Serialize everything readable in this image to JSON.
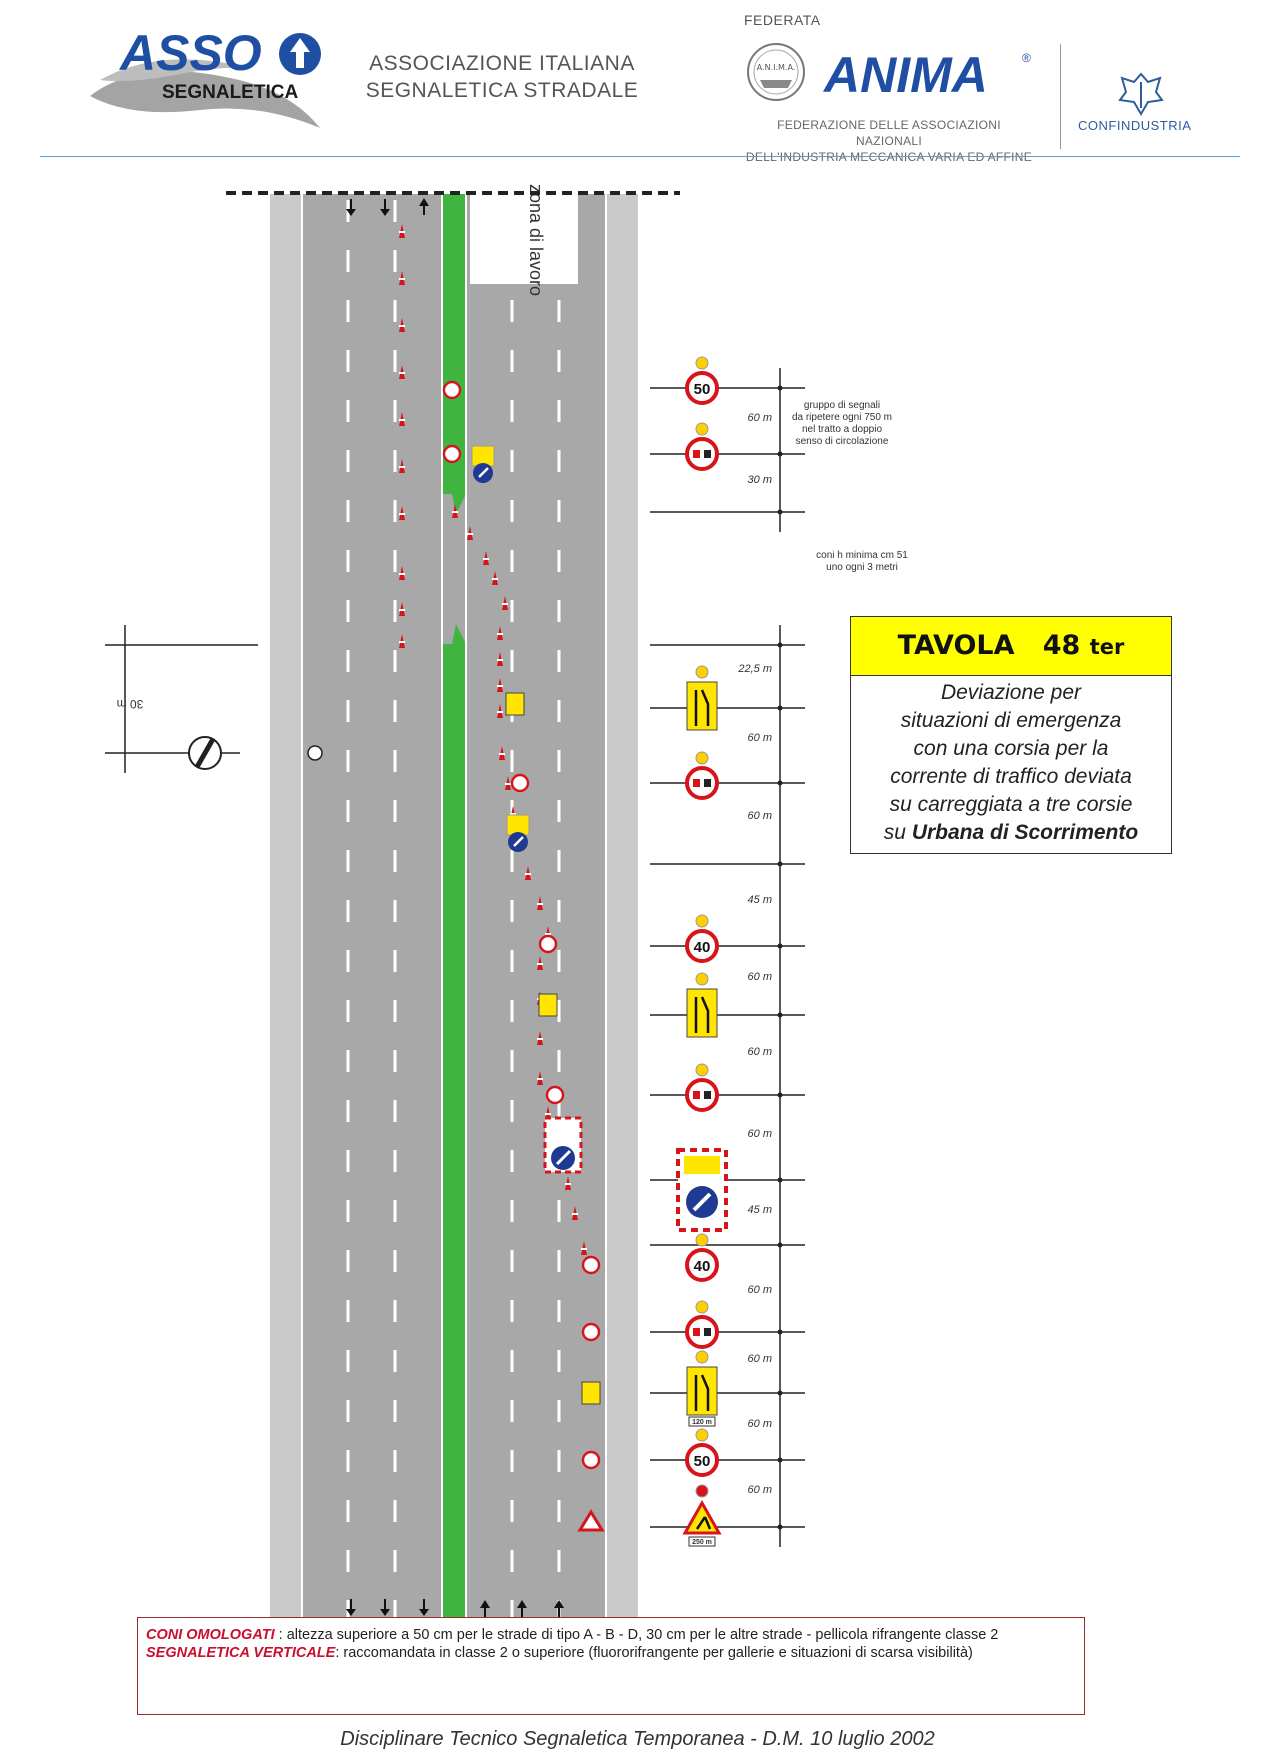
{
  "header": {
    "logo_asso": "ASSO",
    "logo_segnaletica": "SEGNALETICA",
    "association_line1": "ASSOCIAZIONE ITALIANA",
    "association_line2": "SEGNALETICA STRADALE",
    "federata": "FEDERATA",
    "anima_seal": "A.N.I.M.A.",
    "anima": "ANIMA",
    "anima_registered": "®",
    "federazione_line1": "FEDERAZIONE DELLE ASSOCIAZIONI NAZIONALI",
    "federazione_line2": "DELL'INDUSTRIA MECCANICA VARIA ED AFFINE",
    "confindustria": "CONFINDUSTRIA"
  },
  "diagram": {
    "work_zone_label": "zona di lavoro",
    "note_group": [
      "gruppo di segnali",
      "da ripetere ogni 750 m",
      "nel tratto a doppio",
      "senso di circolazione"
    ],
    "note_cones": [
      "coni h minima cm 51",
      "uno ogni 3 metri"
    ],
    "left_distance": "30 m",
    "distances": [
      "60 m",
      "30 m",
      "22,5 m",
      "60 m",
      "60 m",
      "45 m",
      "60 m",
      "60 m",
      "60 m",
      "45 m",
      "60 m",
      "60 m",
      "60 m",
      "60 m"
    ],
    "signs": [
      {
        "type": "speed",
        "label": "50"
      },
      {
        "type": "no-overtaking"
      },
      {
        "type": "lane-change"
      },
      {
        "type": "no-overtaking"
      },
      {
        "type": "speed",
        "label": "40"
      },
      {
        "type": "lanes-merge"
      },
      {
        "type": "no-overtaking"
      },
      {
        "type": "deviation-panel"
      },
      {
        "type": "speed",
        "label": "40"
      },
      {
        "type": "no-overtaking"
      },
      {
        "type": "lanes-three",
        "label": "120 m"
      },
      {
        "type": "speed",
        "label": "50"
      },
      {
        "type": "roadworks",
        "label": "250 m"
      }
    ],
    "colors": {
      "asphalt": "#a8a8a8",
      "shoulder": "#c9c9c9",
      "median": "#3fb53f",
      "sign_red": "#d7141a",
      "sign_yellow": "#ffe500",
      "deviation_blue": "#1f3a93"
    }
  },
  "tavola": {
    "title": "TAVOLA",
    "number": "48",
    "suffix": "ter",
    "desc_lines": [
      "Deviazione per",
      "situazioni di emergenza",
      "con una corsia per la",
      "corrente di traffico deviata",
      "su carreggiata a tre corsie"
    ],
    "desc_prefix": "su ",
    "desc_bold": "Urbana di Scorrimento"
  },
  "notes": {
    "coni_label": "CONI OMOLOGATI",
    "coni_text": " : altezza superiore a 50 cm per le strade di tipo A - B - D, 30 cm per le altre strade - pellicola rifrangente classe 2",
    "segn_label": "SEGNALETICA VERTICALE",
    "segn_text": ": raccomandata in classe 2 o superiore (fluororifrangente per gallerie e situazioni di scarsa visibilità)"
  },
  "footer": {
    "text": "Disciplinare Tecnico Segnaletica Temporanea - D.M.   10 luglio 2002"
  }
}
